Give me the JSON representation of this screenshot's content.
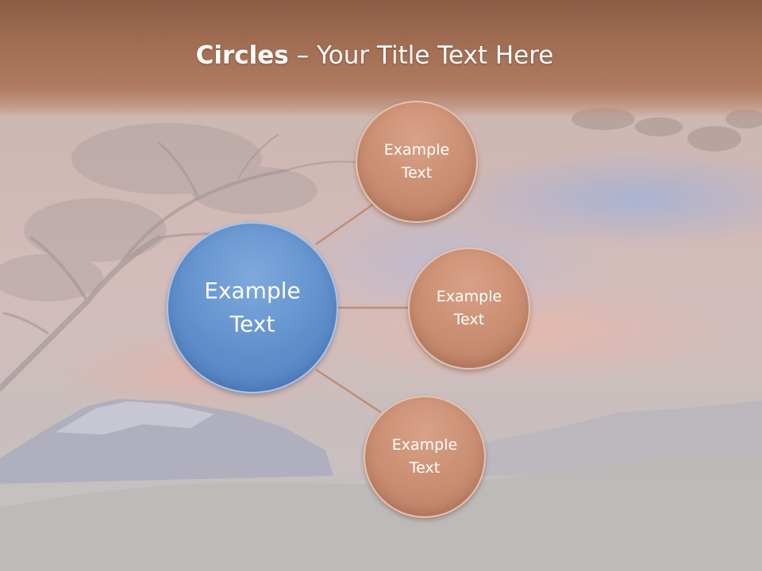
{
  "slide": {
    "title_bold": "Circles",
    "title_rest": " – Your Title Text Here"
  },
  "diagram": {
    "center": {
      "line1": "Example",
      "line2": "Text"
    },
    "nodes": [
      {
        "line1": "Example",
        "line2": "Text"
      },
      {
        "line1": "Example",
        "line2": "Text"
      },
      {
        "line1": "Example",
        "line2": "Text"
      }
    ]
  },
  "colors": {
    "center_fill": "#5f8fcb",
    "node_fill": "#c98d71",
    "connector": "#bf8d74",
    "header_band": "#a06c52"
  }
}
